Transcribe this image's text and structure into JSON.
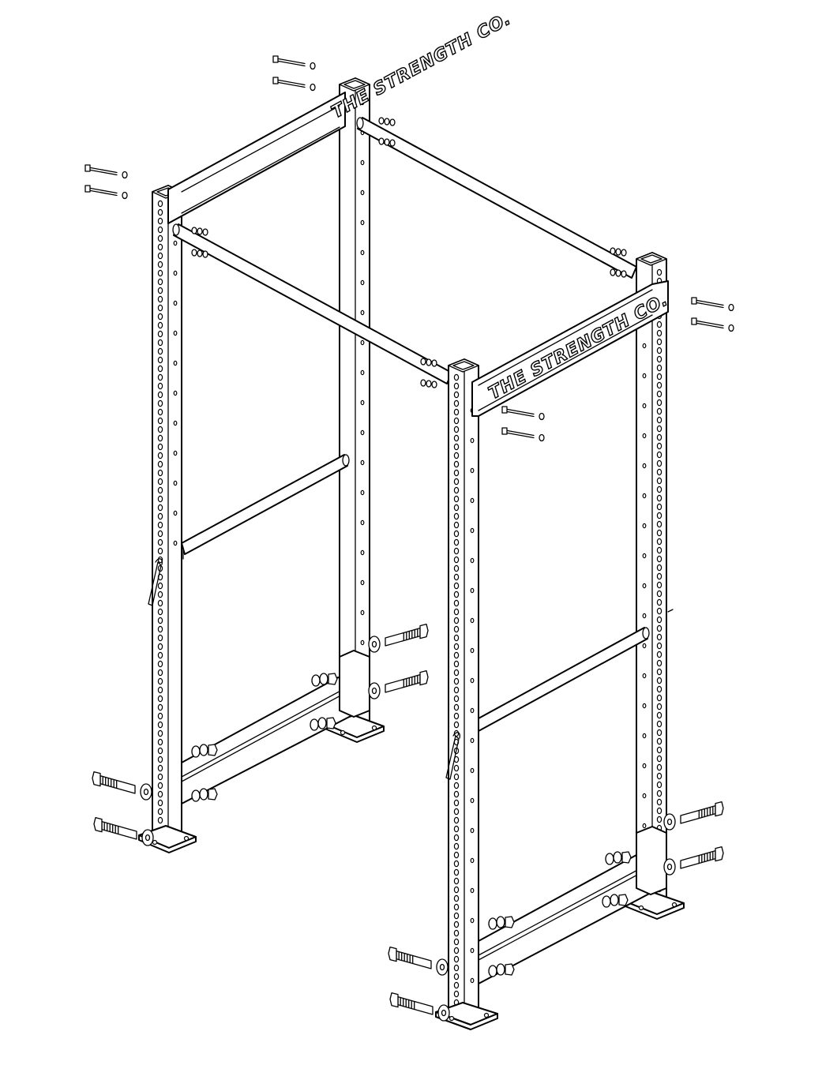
{
  "diagram": {
    "title": "",
    "brand_text": {
      "back_crossmember": "THE STRENGTH CO.",
      "front_crossmember": "THE STRENGTH CO."
    },
    "colors": {
      "line": "#000000",
      "background": "#ffffff"
    },
    "parts": [
      "upright-back-left",
      "upright-back-right",
      "upright-front-left",
      "upright-front-right",
      "top-crossmember-back",
      "top-crossmember-front",
      "pull-up-bar",
      "top-side-bar",
      "middle-bar-left",
      "middle-bar-right",
      "base-crossmember-left",
      "base-crossmember-right",
      "j-hook-left",
      "j-hook-right",
      "bolt",
      "washer",
      "nut"
    ]
  }
}
